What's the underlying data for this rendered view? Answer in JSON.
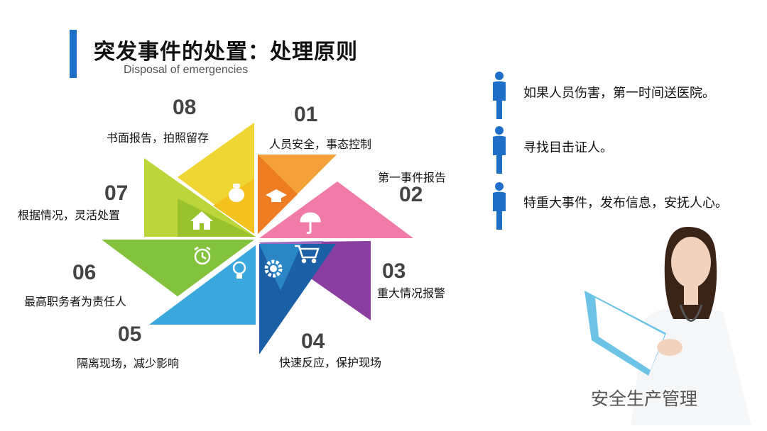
{
  "header": {
    "title": "突发事件的处置：处理原则",
    "subtitle": "Disposal of emergencies"
  },
  "steps": [
    {
      "num": "01",
      "label": "人员安全，事态控制",
      "icon": "graduation-cap-icon",
      "color": "#f5a13a"
    },
    {
      "num": "02",
      "label": "第一事件报告",
      "icon": "umbrella-icon",
      "color": "#e9508a"
    },
    {
      "num": "03",
      "label": "重大情况报警",
      "icon": "shopping-cart-icon",
      "color": "#8a3fa0"
    },
    {
      "num": "04",
      "label": "快速反应，保护现场",
      "icon": "",
      "color": "#1b5fa6"
    },
    {
      "num": "05",
      "label": "隔离现场，减少影响",
      "icon": "gear-icon",
      "color": "#2f9fd6"
    },
    {
      "num": "06",
      "label": "最高职务者为责任人",
      "icon": "lightbulb-icon",
      "color": "#56a33a"
    },
    {
      "num": "07",
      "label": "根据情况，灵活处置",
      "icon": "alarm-clock-icon",
      "color": "#a6cc2c"
    },
    {
      "num": "08",
      "label": "书面报告，拍照留存",
      "icon": "house-icon",
      "color": "#f0d634"
    }
  ],
  "center_icon": "money-bag-icon",
  "bullets": [
    {
      "text": "如果人员伤害，第一时间送医院。"
    },
    {
      "text": "寻找目击证人。"
    },
    {
      "text": "特重大事件，发布信息，安抚人心。"
    }
  ],
  "bullet_color": "#1f6fc8",
  "watermark": "安全生产管理"
}
